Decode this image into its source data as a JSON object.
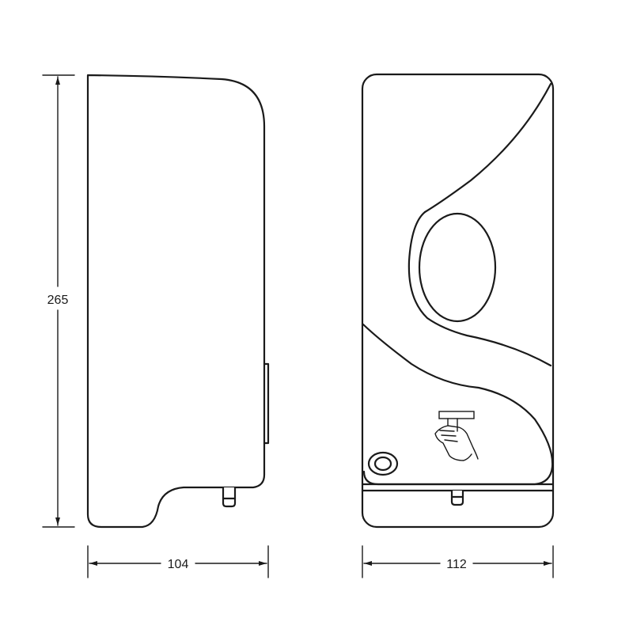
{
  "dimensions": {
    "height": "265",
    "side_width": "104",
    "front_width": "112"
  }
}
